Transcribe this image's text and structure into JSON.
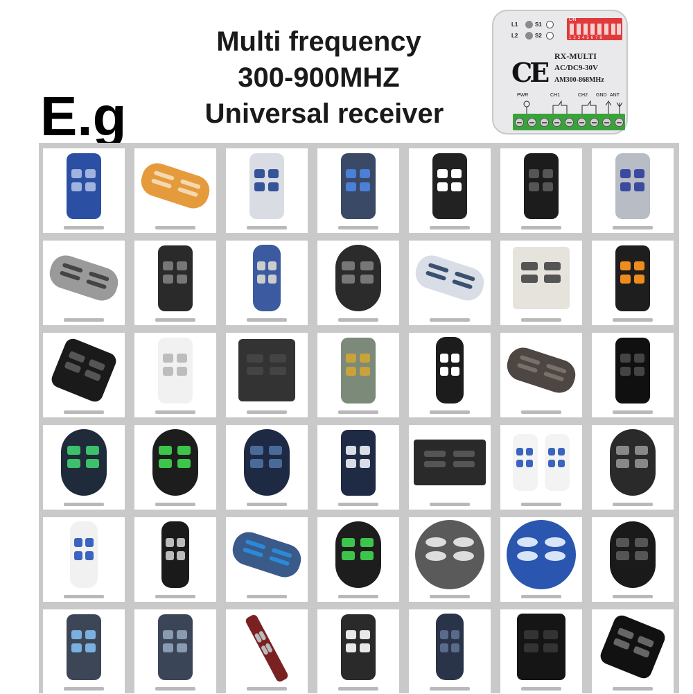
{
  "heading": {
    "line1": "Multi frequency",
    "line2": "300-900MHZ",
    "line3": "Universal receiver",
    "example_label": "E.g"
  },
  "receiver": {
    "leds": [
      "L1",
      "L2",
      "S1",
      "S2"
    ],
    "dip_label": "ON",
    "dip_numbers": "12345678",
    "ce_mark": "CE",
    "model": "RX-MULTI",
    "voltage": "AC/DC9-30V",
    "frequency": "AM300-868MHz",
    "terminals": [
      "PWR",
      "CH1",
      "CH2",
      "GND",
      "ANT"
    ]
  },
  "remotes": [
    {
      "shape": "rect-tall",
      "body": "#2b4fa3",
      "accent": "#9fb3de"
    },
    {
      "shape": "wide-tilt",
      "body": "#e59b3c",
      "accent": "#f4d9b0"
    },
    {
      "shape": "rect-tall",
      "body": "#d9dde3",
      "accent": "#35549a"
    },
    {
      "shape": "rect-tall",
      "body": "#3a4a66",
      "accent": "#4a80d8"
    },
    {
      "shape": "rect-tall",
      "body": "#222222",
      "accent": "#ffffff"
    },
    {
      "shape": "rect-tall",
      "body": "#1c1c1c",
      "accent": "#555555"
    },
    {
      "shape": "rect-tall",
      "body": "#b8bcc4",
      "accent": "#3b4aa0"
    },
    {
      "shape": "wide-tilt",
      "body": "#9a9a9a",
      "accent": "#444444"
    },
    {
      "shape": "rect-tall",
      "body": "#2a2a2a",
      "accent": "#777777"
    },
    {
      "shape": "slim",
      "body": "#3b5aa0",
      "accent": "#cccccc"
    },
    {
      "shape": "round",
      "body": "#2b2b2b",
      "accent": "#777777"
    },
    {
      "shape": "wide-tilt",
      "body": "#d8dde6",
      "accent": "#3a5070"
    },
    {
      "shape": "square",
      "body": "#e6e2dc",
      "accent": "#555555"
    },
    {
      "shape": "rect-tall",
      "body": "#1e1e1e",
      "accent": "#f08c1e"
    },
    {
      "shape": "square-tilt",
      "body": "#1a1a1a",
      "accent": "#555555"
    },
    {
      "shape": "rect-tall",
      "body": "#f1f1f1",
      "accent": "#bdbdbd"
    },
    {
      "shape": "square",
      "body": "#333333",
      "accent": "#444444"
    },
    {
      "shape": "rect-tall",
      "body": "#7c8a7a",
      "accent": "#c9a23a"
    },
    {
      "shape": "slim",
      "body": "#1c1c1c",
      "accent": "#ffffff"
    },
    {
      "shape": "wide-tilt",
      "body": "#4e4642",
      "accent": "#7a706a"
    },
    {
      "shape": "rect-tall",
      "body": "#101010",
      "accent": "#444444"
    },
    {
      "shape": "round",
      "body": "#1f2a3a",
      "accent": "#3cc06a"
    },
    {
      "shape": "round",
      "body": "#1d1d1d",
      "accent": "#3cc54a"
    },
    {
      "shape": "round",
      "body": "#1e2a44",
      "accent": "#4a6a9a"
    },
    {
      "shape": "rect-tall",
      "body": "#1f2a44",
      "accent": "#d8dde6"
    },
    {
      "shape": "wide",
      "body": "#2a2a2a",
      "accent": "#555555"
    },
    {
      "shape": "pair",
      "body": "#f3f3f3",
      "accent": "#3a64c0"
    },
    {
      "shape": "round",
      "body": "#2a2a2a",
      "accent": "#888888"
    },
    {
      "shape": "slim",
      "body": "#f1f1f1",
      "accent": "#3a64c0"
    },
    {
      "shape": "slim",
      "body": "#1a1a1a",
      "accent": "#bbbbbb"
    },
    {
      "shape": "wide-tilt",
      "body": "#3a5a8a",
      "accent": "#2a8ad8"
    },
    {
      "shape": "round",
      "body": "#1d1d1d",
      "accent": "#3cc54a"
    },
    {
      "shape": "circle",
      "body": "#5a5a5a",
      "accent": "#dddddd"
    },
    {
      "shape": "circle",
      "body": "#2a56b0",
      "accent": "#d8e4f8"
    },
    {
      "shape": "round",
      "body": "#1a1a1a",
      "accent": "#555555"
    },
    {
      "shape": "rect-tall",
      "body": "#3c4656",
      "accent": "#7ab0e0"
    },
    {
      "shape": "rect-tall",
      "body": "#3a4658",
      "accent": "#8a9ab0"
    },
    {
      "shape": "stick",
      "body": "#7a2222",
      "accent": "#bbbbbb"
    },
    {
      "shape": "rect-tall",
      "body": "#2a2a2a",
      "accent": "#e8e8e8"
    },
    {
      "shape": "slim",
      "body": "#2a3448",
      "accent": "#5a6a8a"
    },
    {
      "shape": "tee",
      "body": "#151515",
      "accent": "#333333"
    },
    {
      "shape": "square-tilt",
      "body": "#111111",
      "accent": "#666666"
    }
  ]
}
